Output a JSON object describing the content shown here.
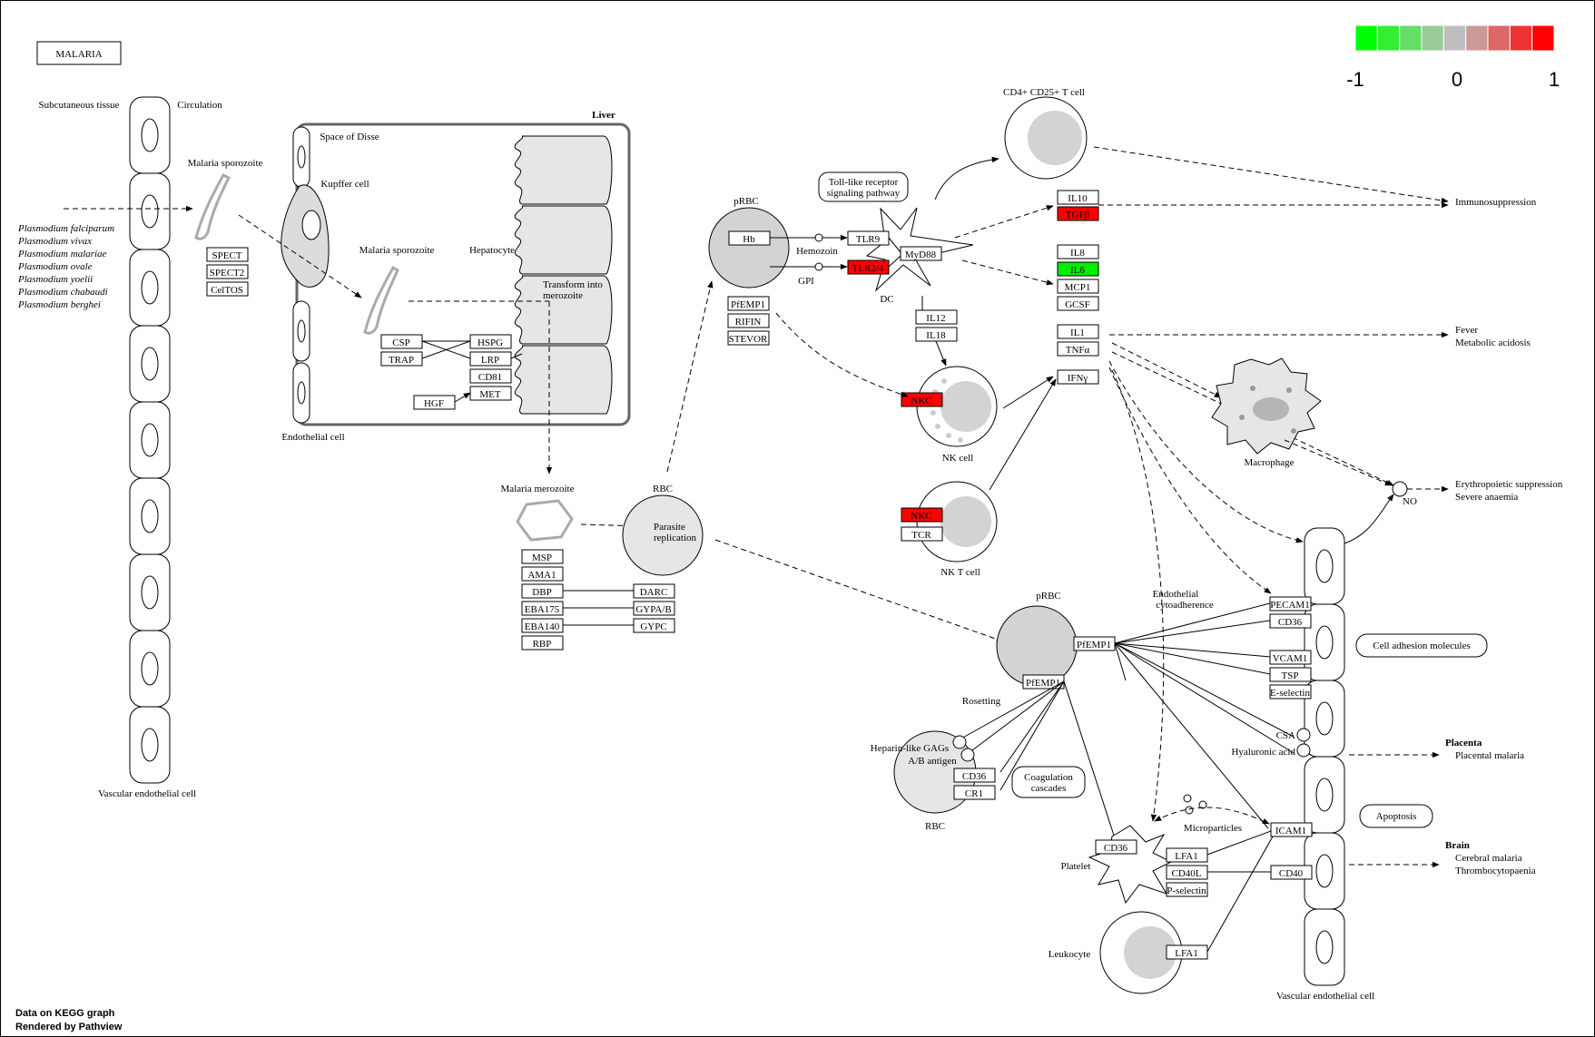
{
  "title": "MALARIA",
  "legend": {
    "colors": [
      "#00ff00",
      "#33ee33",
      "#66dd66",
      "#99cc99",
      "#bebebe",
      "#cc9999",
      "#dd6666",
      "#ee3333",
      "#ff0000"
    ],
    "ticks": [
      "-1",
      "0",
      "1"
    ]
  },
  "footer": {
    "line1": "Data on KEGG graph",
    "line2": "Rendered by Pathview"
  },
  "labels": {
    "subcutaneous": "Subcutaneous tissue",
    "circulation": "Circulation",
    "sporozoite1": "Malaria sporozoite",
    "sporozoite2": "Malaria sporozoite",
    "space_disse": "Space of Disse",
    "kupffer": "Kupffer cell",
    "liver": "Liver",
    "hepatocyte": "Hepatocyte",
    "transform1": "Transform into",
    "transform2": "merozoite",
    "endothelial": "Endothelial cell",
    "vascular_left": "Vascular endothelial cell",
    "vascular_right": "Vascular endothelial cell",
    "merozoite": "Malaria merozoite",
    "rbc_top": "RBC",
    "parasite1": "Parasite",
    "parasite2": "replication",
    "prbc_top": "pRBC",
    "prbc_mid": "pRBC",
    "hemozoin": "Hemozoin",
    "gpi": "GPI",
    "dc": "DC",
    "tlr_path1": "Toll-like receptor",
    "tlr_path2": "signaling pathway",
    "cd4": "CD4+ CD25+ T cell",
    "immunosuppression": "Immunosuppression",
    "fever": "Fever",
    "metabolic": "Metabolic acidosis",
    "nkcell": "NK cell",
    "nktcell": "NK T cell",
    "macrophage": "Macrophage",
    "no": "NO",
    "erythro": "Erythropoietic suppression",
    "severe": "Severe anaemia",
    "endo_cyto1": "Endothelial",
    "endo_cyto2": "cytoadherence",
    "cell_adhesion": "Cell adhesion molecules",
    "rosetting": "Rosetting",
    "heparin": "Heparin-like GAGs",
    "abantigen": "A/B antigen",
    "coag1": "Coagulation",
    "coag2": "cascades",
    "rbc_bottom": "RBC",
    "csa": "CSA",
    "hyaluronic": "Hyaluronic acid",
    "placenta": "Placenta",
    "placental": "Placental malaria",
    "apoptosis": "Apoptosis",
    "microparticles": "Microparticles",
    "platelet": "Platelet",
    "brain": "Brain",
    "cerebral": "Cerebral malaria",
    "thrombo": "Thrombocytopaenia",
    "leukocyte": "Leukocyte"
  },
  "species": [
    "Plasmodium falciparum",
    "Plasmodium vivax",
    "Plasmodium malariae",
    "Plasmodium ovale",
    "Plasmodium yoelii",
    "Plasmodium chabaudi",
    "Plasmodium berghei"
  ],
  "genes": {
    "spect": "SPECT",
    "spect2": "SPECT2",
    "celtos": "CelTOS",
    "csp": "CSP",
    "trap": "TRAP",
    "hspg": "HSPG",
    "lrp": "LRP",
    "cd81": "CD81",
    "met": "MET",
    "hgf": "HGF",
    "msp": "MSP",
    "ama1": "AMA1",
    "dbp": "DBP",
    "eba175": "EBA175",
    "eba140": "EBA140",
    "rbp": "RBP",
    "darc": "DARC",
    "gypab": "GYPA/B",
    "gypc": "GYPC",
    "hb": "Hb",
    "pfemp1_a": "PfEMP1",
    "rifin": "RIFIN",
    "stevor": "STEVOR",
    "tlr9": "TLR9",
    "tlr24": "TLR2/4",
    "myd88": "MyD88",
    "il10": "IL10",
    "tgfb": "TGFβ",
    "il8": "IL8",
    "il6": "IL6",
    "mcp1": "MCP1",
    "gcsf": "GCSF",
    "il12": "IL12",
    "il18": "IL18",
    "il1": "IL1",
    "tnfa": "TNFα",
    "ifng": "IFNγ",
    "nkc_a": "NKC",
    "nkc_b": "NKC",
    "tcr": "TCR",
    "pfemp1_b": "PfEMP1",
    "pfemp1_c": "PfEMP1",
    "cd36_a": "CD36",
    "cr1": "CR1",
    "pecam1": "PECAM1",
    "cd36_b": "CD36",
    "vcam1": "VCAM1",
    "tsp": "TSP",
    "eselectin": "E-selectin",
    "icam1": "ICAM1",
    "cd40": "CD40",
    "cd36_c": "CD36",
    "lfa1_a": "LFA1",
    "cd40l": "CD40L",
    "pselectin": "P-selectin",
    "lfa1_b": "LFA1"
  }
}
